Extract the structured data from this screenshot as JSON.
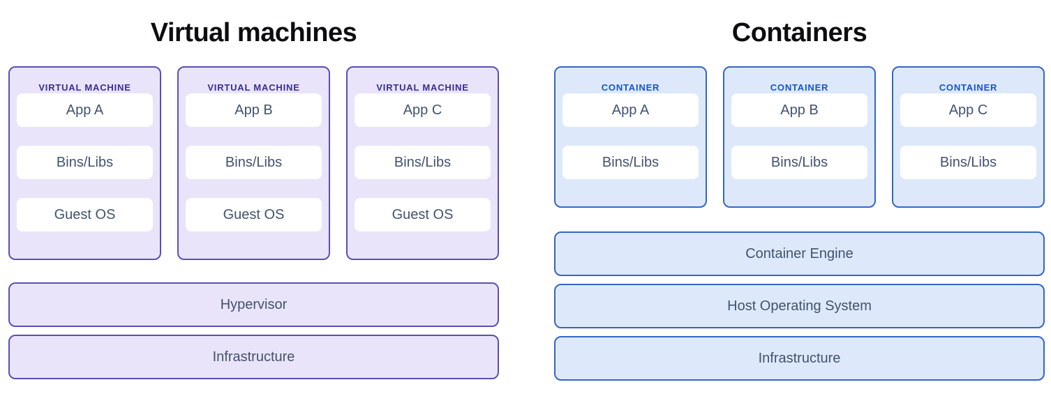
{
  "diagram": {
    "left": {
      "title": "Virtual machines",
      "cards": [
        {
          "header": "VIRTUAL MACHINE",
          "boxes": [
            "App A",
            "Bins/Libs",
            "Guest OS"
          ]
        },
        {
          "header": "VIRTUAL MACHINE",
          "boxes": [
            "App B",
            "Bins/Libs",
            "Guest OS"
          ]
        },
        {
          "header": "VIRTUAL MACHINE",
          "boxes": [
            "App C",
            "Bins/Libs",
            "Guest OS"
          ]
        }
      ],
      "bars": [
        "Hypervisor",
        "Infrastructure"
      ]
    },
    "right": {
      "title": "Containers",
      "cards": [
        {
          "header": "CONTAINER",
          "boxes": [
            "App A",
            "Bins/Libs"
          ]
        },
        {
          "header": "CONTAINER",
          "boxes": [
            "App B",
            "Bins/Libs"
          ]
        },
        {
          "header": "CONTAINER",
          "boxes": [
            "App C",
            "Bins/Libs"
          ]
        }
      ],
      "bars": [
        "Container Engine",
        "Host Operating System",
        "Infrastructure"
      ]
    },
    "colors": {
      "vm_border": "#5A4FB5",
      "vm_fill": "#E9E4FA",
      "vm_header_text": "#372D93",
      "container_border": "#3466C4",
      "container_fill": "#DDE9FB",
      "container_header_text": "#1654CC",
      "body_text": "#42526E",
      "title_text": "#0C0D0E",
      "inner_box_fill": "#FFFFFF",
      "page_background": "#FFFFFF"
    }
  }
}
